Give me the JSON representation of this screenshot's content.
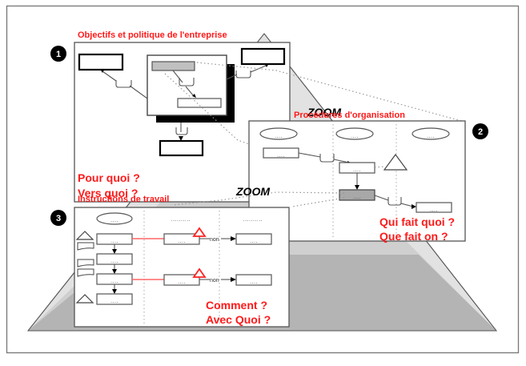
{
  "diagram": {
    "zoom_label": "ZOOM",
    "placeholder": "....",
    "column_header_placeholder": "..........",
    "connector_placeholder": "...",
    "levels": [
      {
        "number": "1",
        "title": "Objectifs et politique de l'entreprise",
        "questions": [
          "Pour quoi ?",
          "Vers quoi ?"
        ]
      },
      {
        "number": "2",
        "title": "Procédures d'organisation",
        "questions": [
          "Qui fait quoi ?",
          "Que fait on ?"
        ]
      },
      {
        "number": "3",
        "title": "Instructions de travail",
        "questions": [
          "Comment ?",
          "Avec Quoi ?"
        ],
        "branch_label": "non"
      }
    ],
    "colors": {
      "accent_red": "#ff1a1a",
      "pyramid_light": "#e0e0e0",
      "pyramid_mid": "#c8c8c8",
      "pyramid_dark": "#b4b4b4",
      "badge": "#000000"
    }
  }
}
